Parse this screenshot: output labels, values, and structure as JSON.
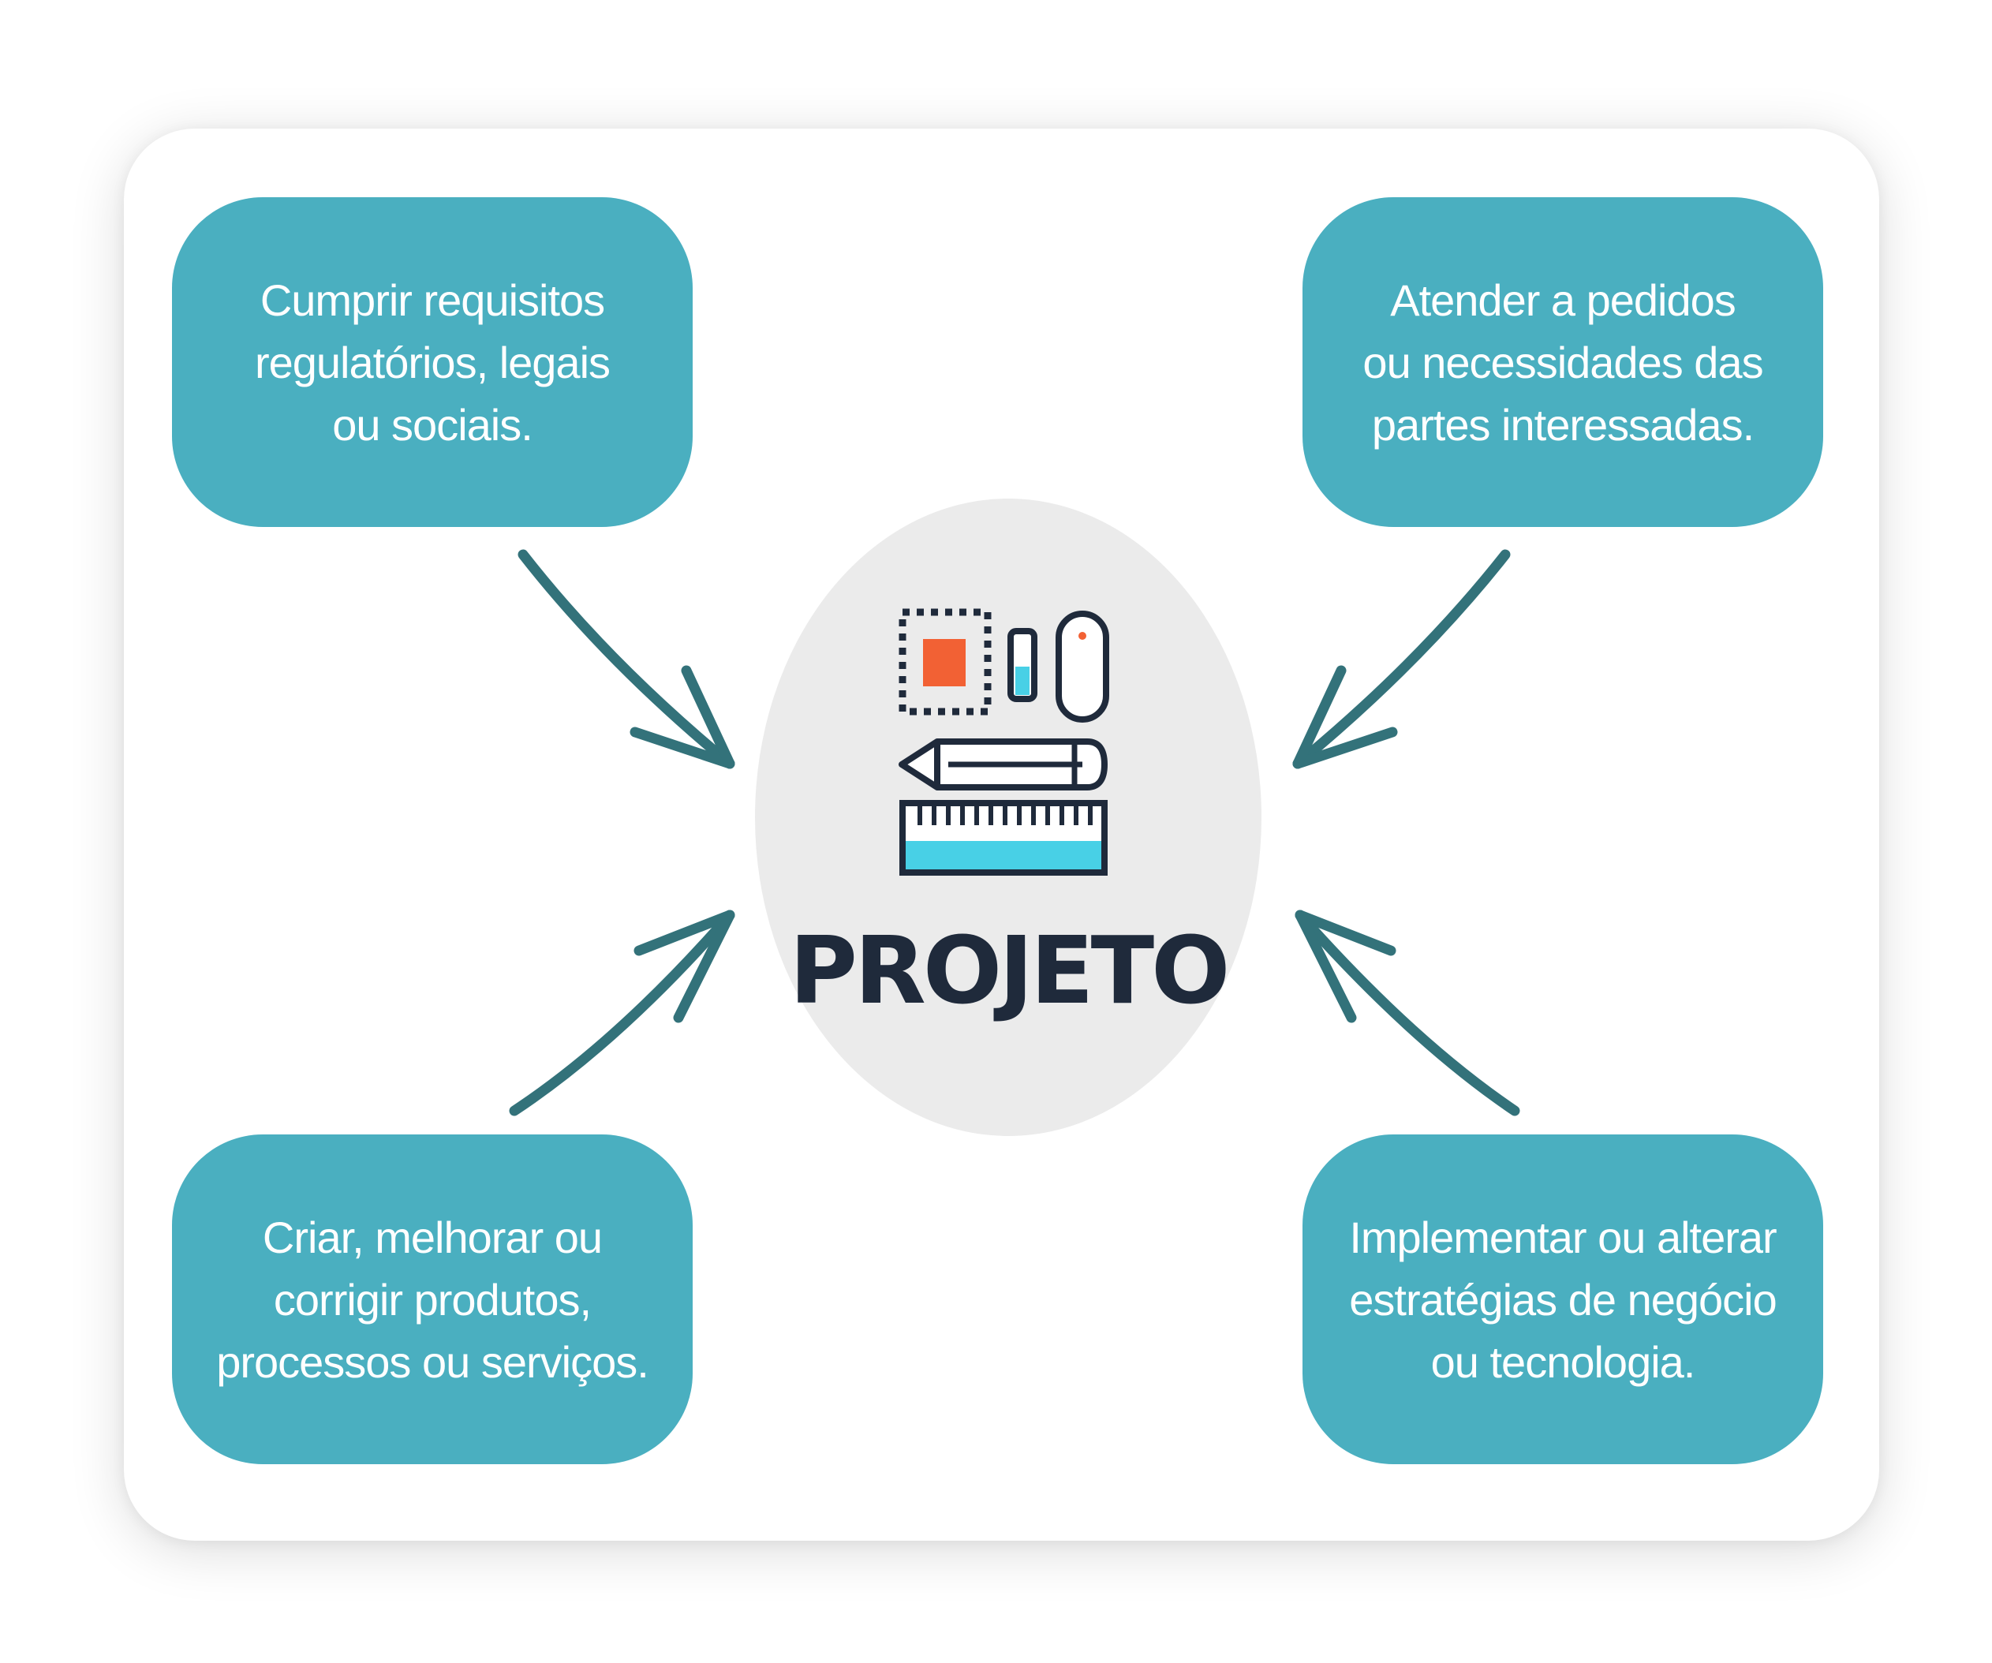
{
  "center": {
    "title": "PROJETO"
  },
  "boxes": {
    "top_left": "Cumprir requisitos\nregulatórios, legais\nou sociais.",
    "top_right": "Atender a pedidos\nou necessidades das\npartes interessadas.",
    "bottom_left": "Criar, melhorar ou\ncorrigir produtos,\nprocessos ou serviços.",
    "bottom_right": "Implementar ou alterar\nestratégias de negócio\nou tecnologia."
  },
  "colors": {
    "box": "#4aafc0",
    "arrow": "#33727a",
    "circle": "#ebebeb",
    "title": "#1f2a3b",
    "icon_outline": "#1f2a3b",
    "icon_orange": "#f26134",
    "icon_cyan": "#48d0e6"
  },
  "icons": [
    "chip-icon",
    "battery-icon",
    "mouse-icon",
    "pencil-icon",
    "ruler-icon"
  ]
}
